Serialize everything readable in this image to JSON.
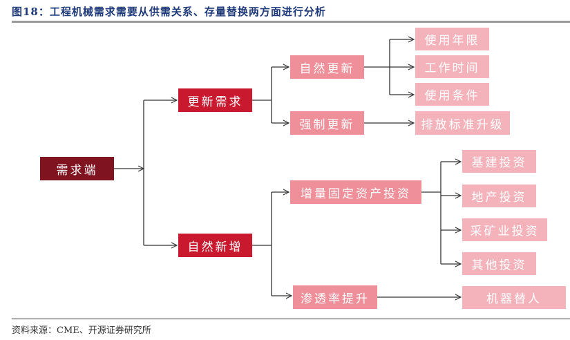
{
  "title": "图18：工程机械需求需要从供需关系、存量替换两方面进行分析",
  "source": "资料来源：CME、开源证券研究所",
  "colors": {
    "root": "#7f1320",
    "level1": "#c8192f",
    "level2": "#ee8f99",
    "level3": "#f4b3bb",
    "title": "#1f3a78"
  },
  "tree": {
    "root": "需求端",
    "renewal": {
      "label": "更新需求",
      "natural": {
        "label": "自然更新",
        "children": [
          "使用年限",
          "工作时间",
          "使用条件"
        ]
      },
      "forced": {
        "label": "强制更新",
        "children": [
          "排放标准升级"
        ]
      }
    },
    "new_demand": {
      "label": "自然新增",
      "fixed_asset": {
        "label": "增量固定资产投资",
        "children": [
          "基建投资",
          "地产投资",
          "采矿业投资",
          "其他投资"
        ]
      },
      "penetration": {
        "label": "渗透率提升",
        "children": [
          "机器替人"
        ]
      }
    }
  }
}
